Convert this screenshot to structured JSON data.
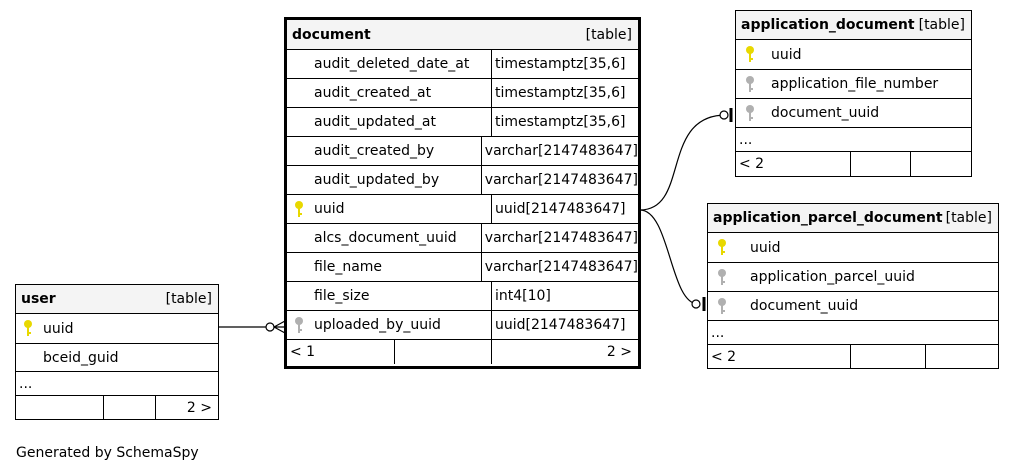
{
  "tables": {
    "document": {
      "name": "document",
      "tag": "[table]",
      "columns": [
        {
          "name": "audit_deleted_date_at",
          "type": "timestamptz[35,6]"
        },
        {
          "name": "audit_created_at",
          "type": "timestamptz[35,6]"
        },
        {
          "name": "audit_updated_at",
          "type": "timestamptz[35,6]"
        },
        {
          "name": "audit_created_by",
          "type": "varchar[2147483647]"
        },
        {
          "name": "audit_updated_by",
          "type": "varchar[2147483647]"
        },
        {
          "name": "uuid",
          "type": "uuid[2147483647]",
          "key": "primary"
        },
        {
          "name": "alcs_document_uuid",
          "type": "varchar[2147483647]"
        },
        {
          "name": "file_name",
          "type": "varchar[2147483647]"
        },
        {
          "name": "file_size",
          "type": "int4[10]"
        },
        {
          "name": "uploaded_by_uuid",
          "type": "uuid[2147483647]",
          "key": "foreign"
        }
      ],
      "footer_left": "< 1",
      "footer_right": "2 >"
    },
    "user": {
      "name": "user",
      "tag": "[table]",
      "columns": [
        {
          "name": "uuid",
          "key": "primary"
        },
        {
          "name": "bceid_guid"
        }
      ],
      "more": "...",
      "footer_right": "2 >"
    },
    "application_document": {
      "name": "application_document",
      "tag": "[table]",
      "columns": [
        {
          "name": "uuid",
          "key": "primary"
        },
        {
          "name": "application_file_number",
          "key": "foreign"
        },
        {
          "name": "document_uuid",
          "key": "foreign"
        }
      ],
      "more": "...",
      "footer_left": "< 2"
    },
    "application_parcel_document": {
      "name": "application_parcel_document",
      "tag": "[table]",
      "columns": [
        {
          "name": "uuid",
          "key": "primary"
        },
        {
          "name": "application_parcel_uuid",
          "key": "foreign"
        },
        {
          "name": "document_uuid",
          "key": "foreign"
        }
      ],
      "more": "...",
      "footer_left": "< 2"
    }
  },
  "colors": {
    "primary_key": "#e8d800",
    "foreign_key": "#b0b0b0",
    "header_bg": "#f4f4f4"
  },
  "footer_text": "Generated by SchemaSpy"
}
